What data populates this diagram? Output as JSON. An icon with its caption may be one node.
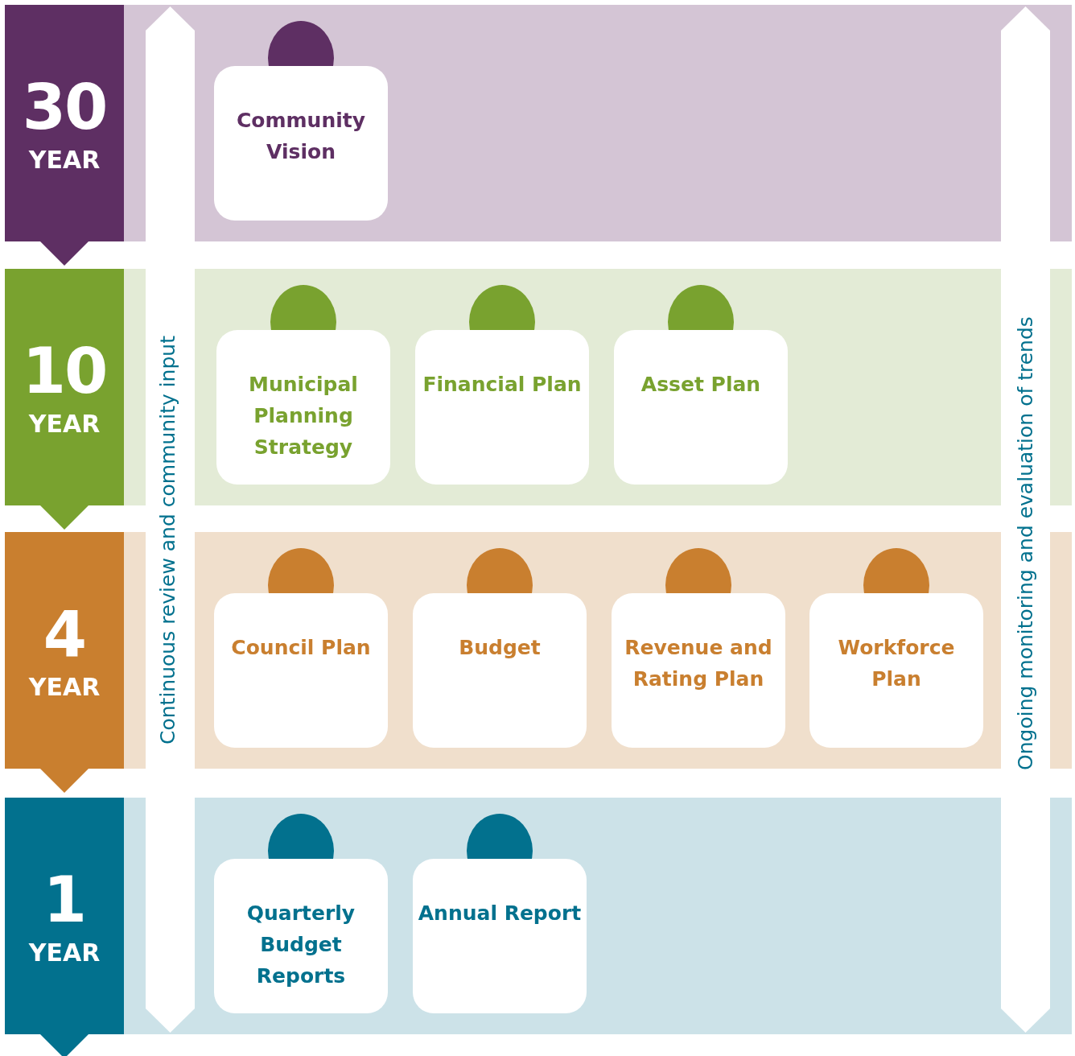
{
  "diagram": {
    "nodes": [
      {
        "text": [
          "30",
          "YEAR"
        ]
      },
      {
        "text": [
          "Community Vision"
        ],
        "in": 0
      },
      {
        "text": [
          "10",
          "YEAR"
        ]
      },
      {
        "text": [
          "Municipal Planning Strategy"
        ],
        "in": 2
      },
      {
        "text": [
          "Financial Plan"
        ],
        "in": 2
      },
      {
        "text": [
          "Asset Plan"
        ],
        "in": 2
      },
      {
        "text": [
          "4",
          "YEAR"
        ]
      },
      {
        "text": [
          "Council Plan"
        ],
        "in": 6
      },
      {
        "text": [
          "Budget"
        ],
        "in": 6
      },
      {
        "text": [
          "Revenue and Rating Plan"
        ],
        "in": 6
      },
      {
        "text": [
          "Workforce Plan"
        ],
        "in": 6
      },
      {
        "text": [
          "1",
          "YEAR"
        ]
      },
      {
        "text": [
          "Quarterly Budget Reports"
        ],
        "in": 11
      },
      {
        "text": [
          "Annual Report"
        ],
        "in": 11
      }
    ],
    "labels": [
      "Continuous review and community input",
      "Ongoing monitoring and evaluation of trends"
    ]
  }
}
